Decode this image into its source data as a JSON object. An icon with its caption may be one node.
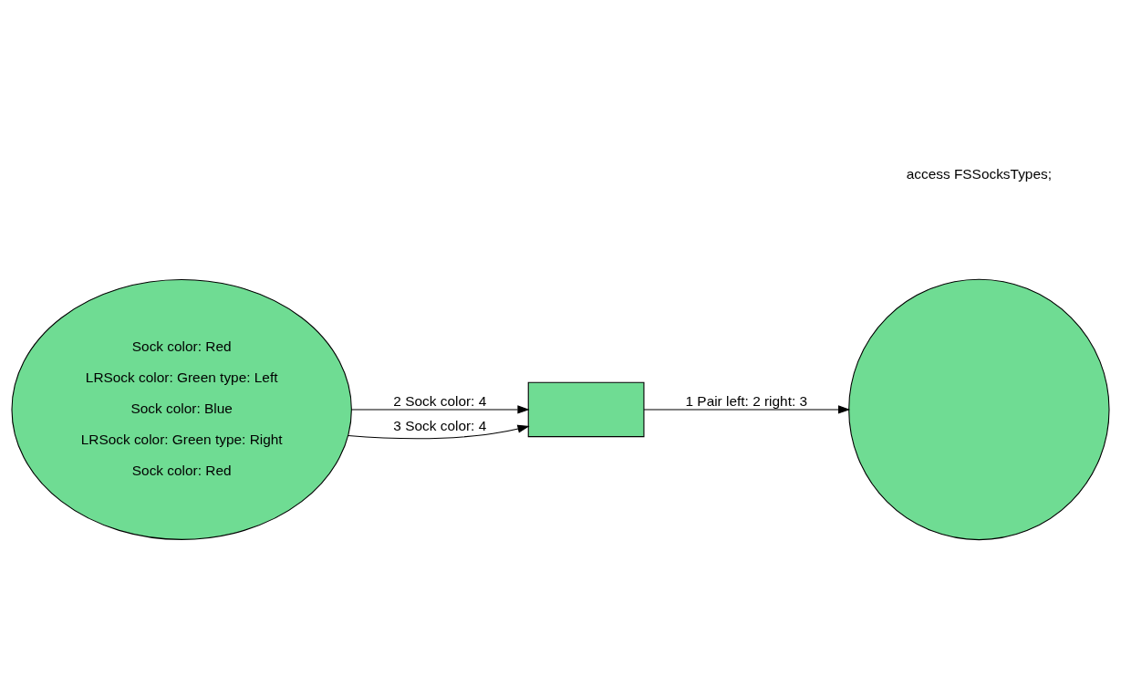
{
  "diagram": {
    "nodes": [
      {
        "text": [
          "Sock color: Red",
          "LRSock color: Green type: Left",
          "Sock color: Blue",
          "LRSock color: Green type: Right",
          "Sock color: Red"
        ]
      },
      {
        "text": [],
        "shape": "box"
      },
      {
        "text": [],
        "shape": "circle"
      }
    ],
    "edges": [
      {
        "from": 0,
        "to": 1,
        "arrow": "to",
        "label": "2 Sock color: 4"
      },
      {
        "from": 0,
        "to": 1,
        "arrow": "to",
        "label": "3 Sock color: 4"
      },
      {
        "from": 1,
        "to": 2,
        "arrow": "to",
        "label": "1 Pair left: 2 right: 3"
      }
    ],
    "labels": [
      "access FSSocksTypes;"
    ]
  }
}
